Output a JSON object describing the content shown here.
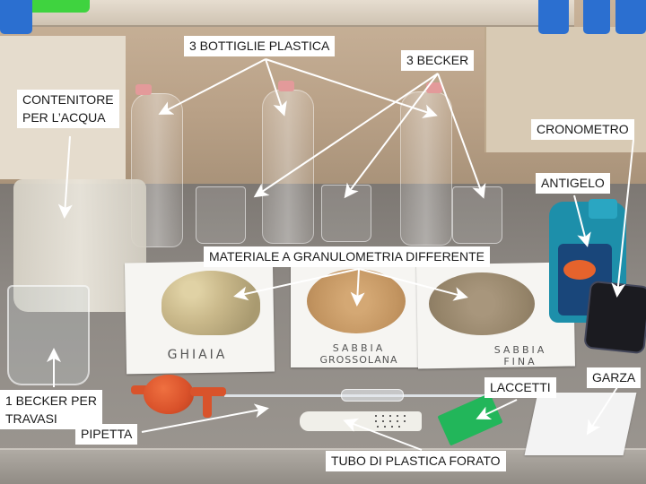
{
  "labels": {
    "bottiglie": "3 BOTTIGLIE PLASTICA",
    "becker": "3 BECKER",
    "contenitore_line1": "CONTENITORE",
    "contenitore_line2": "PER L’ACQUA",
    "cronometro": "CRONOMETRO",
    "antigelo": "ANTIGELO",
    "materiale": "MATERIALE A GRANULOMETRIA DIFFERENTE",
    "becker_travasi_line1": "1 BECKER PER",
    "becker_travasi_line2": "TRAVASI",
    "pipetta": "PIPETTA",
    "laccetti": "LACCETTI",
    "garza": "GARZA",
    "tubo": "TUBO DI PLASTICA FORATO"
  },
  "handwritten": {
    "ghiaia": "GHIAIA",
    "sabbia_grossolana_line1": "SABBIA",
    "sabbia_grossolana_line2": "GROSSOLANA",
    "sabbia_fina_line1": "SABBIA",
    "sabbia_fina_line2": "FINA"
  },
  "colors": {
    "label_bg": "#ffffff",
    "label_text": "#1a1a1a",
    "arrow": "#ffffff"
  }
}
